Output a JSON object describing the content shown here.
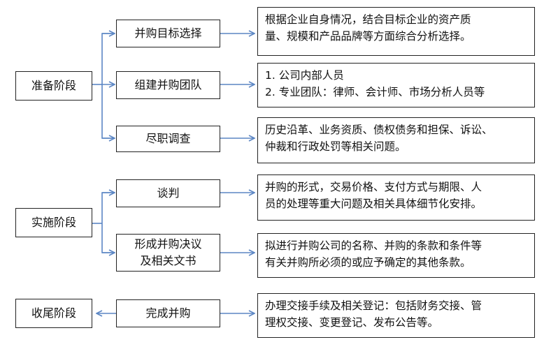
{
  "phases": [
    {
      "label": "准备阶段",
      "steps": [
        {
          "label": "并购目标选择",
          "desc": [
            "根据企业自身情况，结合目标企业的资产质",
            "量、规模和产品品牌等方面综合分析选择。"
          ]
        },
        {
          "label": "组建并购团队",
          "desc": [
            "1. 公司内部人员",
            "2. 专业团队：律师、会计师、市场分析人员等"
          ]
        },
        {
          "label": "尽职调查",
          "desc": [
            "历史沿革、业务资质、债权债务和担保、诉讼、",
            "仲裁和行政处罚等相关问题。"
          ]
        }
      ]
    },
    {
      "label": "实施阶段",
      "steps": [
        {
          "label": "谈判",
          "desc": [
            "并购的形式，交易价格、支付方式与期限、人",
            "员的处理等重大问题及相关具体细节化安排。"
          ]
        },
        {
          "label": [
            "形成并购决议",
            "及相关文书"
          ],
          "desc": [
            "拟进行并购公司的名称、并购的条款和条件等",
            "有关并购所必须的或应予确定的其他条款。"
          ]
        }
      ]
    },
    {
      "label": "收尾阶段",
      "steps": [
        {
          "label": "完成并购",
          "desc": [
            "办理交接手续及相关登记：包括财务交接、管",
            "理权交接、变更登记、发布公告等。"
          ]
        }
      ]
    }
  ],
  "colors": {
    "connector": "#5b86c4",
    "border": "#222222"
  }
}
